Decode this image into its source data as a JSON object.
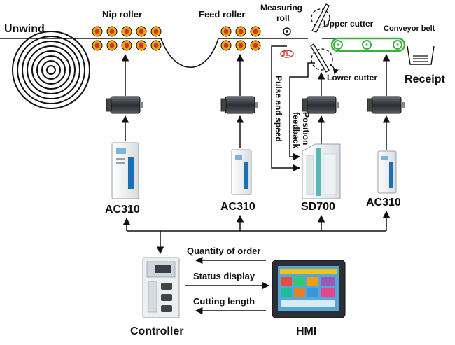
{
  "labels": {
    "unwind": "Unwind",
    "nip_roller": "Nip roller",
    "feed_roller": "Feed roller",
    "measuring_roll_line1": "Measuring",
    "measuring_roll_line2": "roll",
    "upper_cutter": "Upper cutter",
    "conveyor_belt": "Conveyor belt",
    "lower_cutter": "Lower cutter",
    "receipt": "Receipt",
    "pulse_and_speed": "Pulse and speed",
    "position_feedback_line1": "Position",
    "position_feedback_line2": "feedback",
    "drive_1": "AC310",
    "drive_2": "AC310",
    "drive_3": "SD700",
    "drive_4": "AC310",
    "quantity_of_order": "Quantity of order",
    "status_display": "Status display",
    "cutting_length": "Cutting length",
    "controller": "Controller",
    "hmi": "HMI"
  },
  "colors": {
    "line": "#111111",
    "roller_ring": "#f5a20a",
    "roller_core": "#c0392b",
    "belt": "#3cb043",
    "drive_body": "#f2f4f4",
    "drive_panel": "#1b6fb5",
    "hmi_bezel": "#2b2f36",
    "hmi_screen": "#58a6d8"
  },
  "icons": {
    "motor": "servo-motor-icon",
    "pulse": "pulse-signal-icon",
    "receipt_tray": "tray-icon",
    "cutter": "cutter-blade-icon"
  }
}
